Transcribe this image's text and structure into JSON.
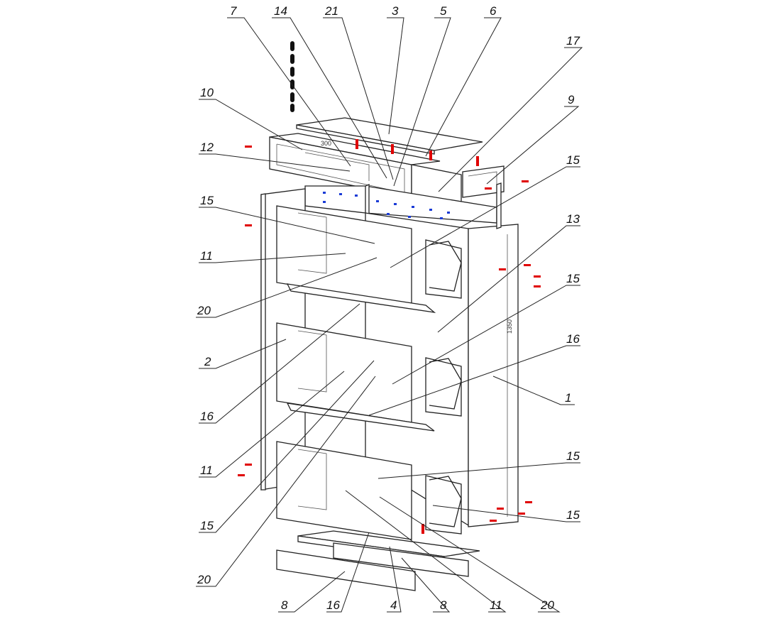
{
  "colors": {
    "line": "#222222",
    "screw_red": "#e00000",
    "screw_blue": "#1a3bd6",
    "dowel_black": "#111111"
  },
  "dimensions": {
    "width_label": "300",
    "height_label": "1350"
  },
  "callouts": [
    {
      "id": "c-7",
      "label": "7"
    },
    {
      "id": "c-14",
      "label": "14"
    },
    {
      "id": "c-21",
      "label": "21"
    },
    {
      "id": "c-3",
      "label": "3"
    },
    {
      "id": "c-5",
      "label": "5"
    },
    {
      "id": "c-6",
      "label": "6"
    },
    {
      "id": "c-17",
      "label": "17"
    },
    {
      "id": "c-9",
      "label": "9"
    },
    {
      "id": "c-10",
      "label": "10"
    },
    {
      "id": "c-12",
      "label": "12"
    },
    {
      "id": "c-15a",
      "label": "15"
    },
    {
      "id": "c-15b",
      "label": "15"
    },
    {
      "id": "c-13",
      "label": "13"
    },
    {
      "id": "c-11a",
      "label": "11"
    },
    {
      "id": "c-20a",
      "label": "20"
    },
    {
      "id": "c-15c",
      "label": "15"
    },
    {
      "id": "c-2",
      "label": "2"
    },
    {
      "id": "c-16a",
      "label": "16"
    },
    {
      "id": "c-1",
      "label": "1"
    },
    {
      "id": "c-16b",
      "label": "16"
    },
    {
      "id": "c-11b",
      "label": "11"
    },
    {
      "id": "c-15d",
      "label": "15"
    },
    {
      "id": "c-15e",
      "label": "15"
    },
    {
      "id": "c-15f",
      "label": "15"
    },
    {
      "id": "c-20b",
      "label": "20"
    },
    {
      "id": "c-8a",
      "label": "8"
    },
    {
      "id": "c-16c",
      "label": "16"
    },
    {
      "id": "c-4",
      "label": "4"
    },
    {
      "id": "c-8b",
      "label": "8"
    },
    {
      "id": "c-11c",
      "label": "11"
    },
    {
      "id": "c-20c",
      "label": "20"
    }
  ]
}
